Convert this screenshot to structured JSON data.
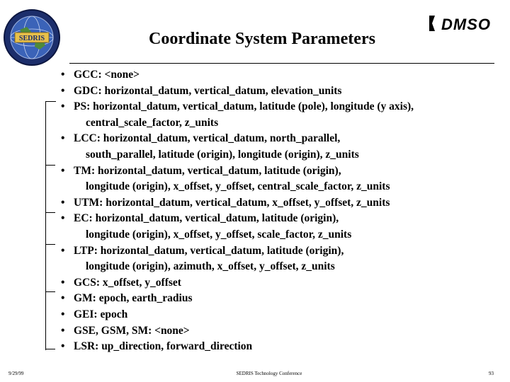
{
  "header": {
    "title": "Coordinate System Parameters",
    "left_logo_text": "SEDRIS",
    "right_logo_text": "DMSO"
  },
  "bullets": [
    {
      "text": "GCC: <none>",
      "cont": ""
    },
    {
      "text": "GDC: horizontal_datum, vertical_datum, elevation_units",
      "cont": ""
    },
    {
      "text": "PS: horizontal_datum, vertical_datum, latitude (pole), longitude (y axis),",
      "cont": "central_scale_factor, z_units"
    },
    {
      "text": "LCC: horizontal_datum, vertical_datum, north_parallel,",
      "cont": "south_parallel, latitude (origin), longitude (origin), z_units"
    },
    {
      "text": "TM: horizontal_datum, vertical_datum, latitude (origin),",
      "cont": "longitude (origin), x_offset, y_offset, central_scale_factor, z_units"
    },
    {
      "text": "UTM: horizontal_datum, vertical_datum, x_offset, y_offset, z_units",
      "cont": ""
    },
    {
      "text": "EC: horizontal_datum, vertical_datum, latitude (origin),",
      "cont": "longitude (origin), x_offset, y_offset, scale_factor, z_units"
    },
    {
      "text": "LTP: horizontal_datum, vertical_datum, latitude (origin),",
      "cont": "longitude (origin), azimuth, x_offset, y_offset, z_units"
    },
    {
      "text": "GCS: x_offset, y_offset",
      "cont": ""
    },
    {
      "text": "GM: epoch, earth_radius",
      "cont": ""
    },
    {
      "text": "GEI: epoch",
      "cont": ""
    },
    {
      "text": "GSE, GSM, SM: <none>",
      "cont": ""
    },
    {
      "text": "LSR: up_direction, forward_direction",
      "cont": ""
    }
  ],
  "footer": {
    "date": "9/29/99",
    "center": "SEDRIS Technology Conference",
    "page": "93"
  }
}
